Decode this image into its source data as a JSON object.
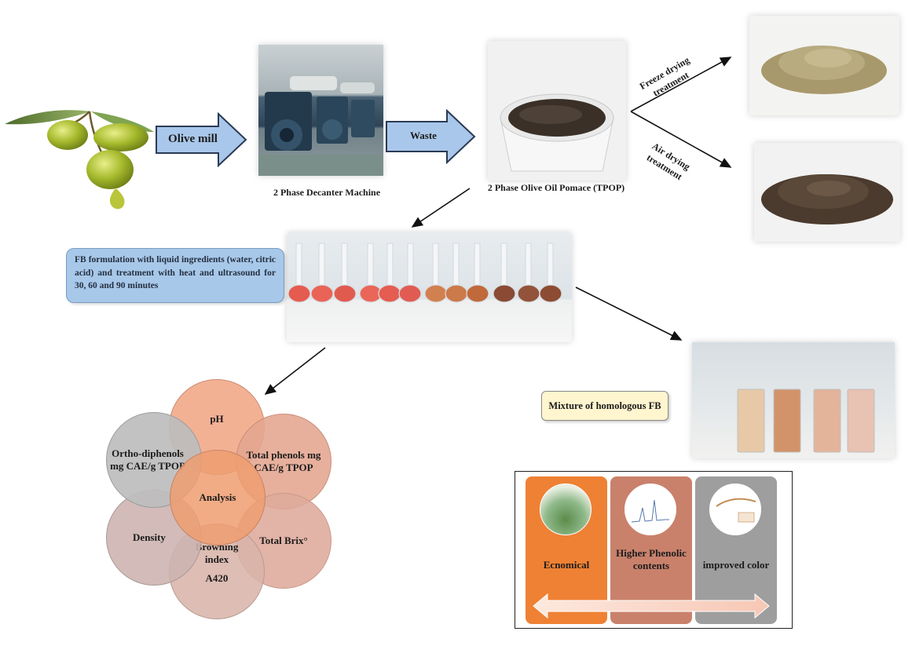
{
  "arrows": {
    "olive_mill": "Olive mill",
    "waste": "Waste"
  },
  "captions": {
    "decanter": "2 Phase Decanter Machine",
    "tpop": "2 Phase Olive Oil Pomace (TPOP)"
  },
  "treatments": {
    "freeze_line1": "Freeze drying",
    "freeze_line2": "treatment",
    "air_line1": "Air drying",
    "air_line2": "treatment"
  },
  "formulation_box": "FB formulation with liquid ingredients (water, citric acid) and treatment with heat and ultrasound for 30, 60 and 90 minutes",
  "mixture_box": "Mixture of homologous FB",
  "analysis": {
    "center": "Analysis",
    "ph": "pH",
    "total_phenols": "Total phenols mg CAE/g TPOP",
    "brix": "Total Brix°",
    "browning_line1": "Browning",
    "browning_line2": "index",
    "browning_line3": "A420",
    "density": "Density",
    "orthodiphenols": "Ortho-diphenols mg CAE/g  TPOP"
  },
  "benefits": {
    "economical": "Ecnomical",
    "phenolic": "Higher Phenolic contents",
    "color": "improved color"
  },
  "colors": {
    "arrow_fill": "#a9c7ea",
    "arrow_stroke": "#2b3b55",
    "formulation_bg": "#a8c8ea",
    "mixture_bg": "#fff5cf",
    "circle_top": "#f2a888",
    "circle_right": "#e4a58f",
    "circle_gray": "#bdbdbd",
    "circle_density": "#cdb4b0",
    "bar_orange": "#ef8134",
    "bar_brown": "#c9816b",
    "bar_gray": "#9e9e9e"
  }
}
